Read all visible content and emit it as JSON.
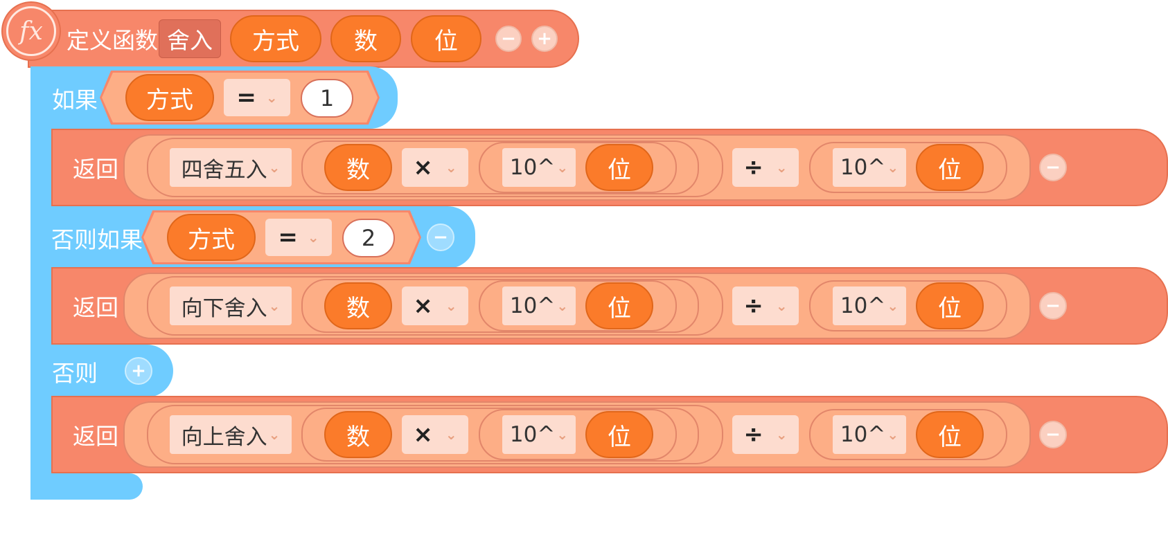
{
  "function_def": {
    "icon": "fx-icon",
    "label": "定义函数",
    "name": "舍入",
    "params": [
      "方式",
      "数",
      "位"
    ],
    "remove_symbol": "−",
    "add_symbol": "+"
  },
  "if_block": {
    "if_label": "如果",
    "elseif_label": "否则如果",
    "else_label": "否则",
    "remove_symbol": "−",
    "add_symbol": "+",
    "cond1": {
      "var": "方式",
      "op": "=",
      "value": "1"
    },
    "cond2": {
      "var": "方式",
      "op": "=",
      "value": "2"
    }
  },
  "returns": [
    {
      "label": "返回",
      "func": "四舍五入",
      "num": "数",
      "mul": "×",
      "pow": "10^",
      "pos": "位",
      "div": "÷",
      "pow2": "10^",
      "pos2": "位",
      "remove": "−"
    },
    {
      "label": "返回",
      "func": "向下舍入",
      "num": "数",
      "mul": "×",
      "pow": "10^",
      "pos": "位",
      "div": "÷",
      "pow2": "10^",
      "pos2": "位",
      "remove": "−"
    },
    {
      "label": "返回",
      "func": "向上舍入",
      "num": "数",
      "mul": "×",
      "pow": "10^",
      "pos": "位",
      "div": "÷",
      "pow2": "10^",
      "pos2": "位",
      "remove": "−"
    }
  ],
  "colors": {
    "function_block": "#f7876a",
    "control_block": "#6fccff",
    "variable_pill": "#fb7b2a",
    "operator_inner": "#fdae86"
  }
}
